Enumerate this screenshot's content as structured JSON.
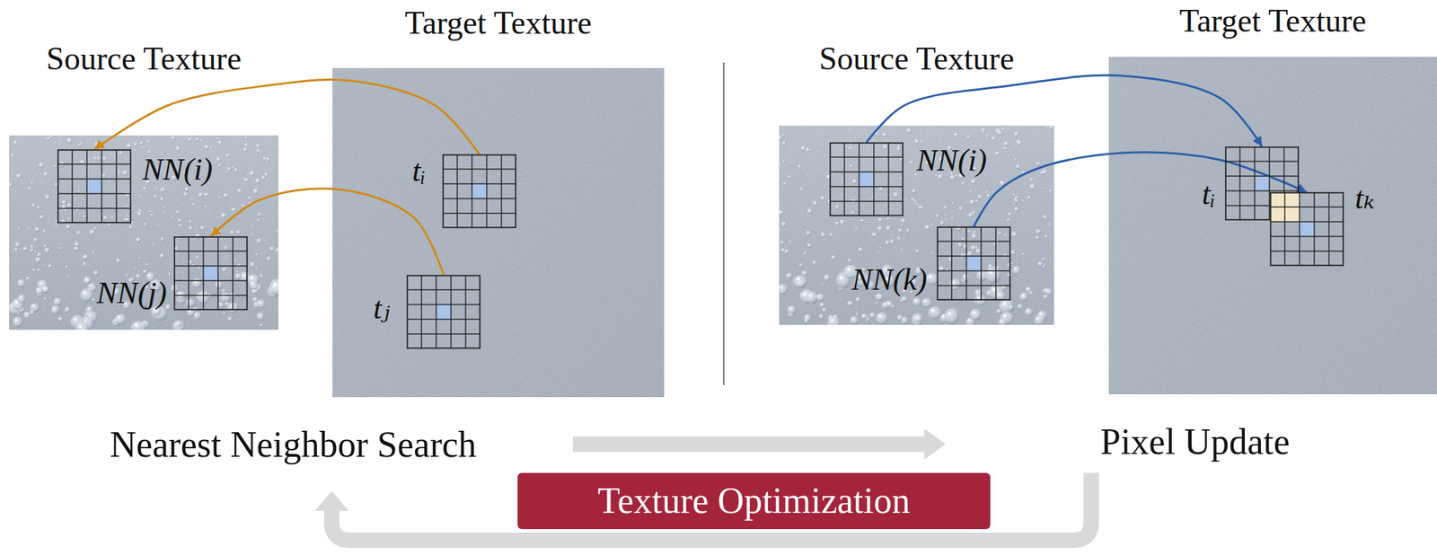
{
  "diagram": {
    "nodes": [
      {
        "text": [
          "Source Texture"
        ]
      },
      {
        "text": [
          "NN(i)"
        ],
        "in": 0
      },
      {
        "text": [
          "NN(j)"
        ],
        "in": 0
      },
      {
        "text": [
          "Target Texture"
        ]
      },
      {
        "text": [
          "tᵢ"
        ],
        "in": 3
      },
      {
        "text": [
          "tⱼ"
        ],
        "in": 3
      },
      {
        "text": [
          "Source Texture"
        ]
      },
      {
        "text": [
          "NN(i)"
        ],
        "in": 6
      },
      {
        "text": [
          "NN(k)"
        ],
        "in": 6
      },
      {
        "text": [
          "Target Texture"
        ]
      },
      {
        "text": [
          "tᵢ"
        ],
        "in": 9
      },
      {
        "text": [
          "tₖ"
        ],
        "in": 9
      },
      {
        "text": [
          "Texture Optimization"
        ]
      }
    ],
    "edges": [
      {
        "from": 4,
        "to": 1,
        "arrow": "to"
      },
      {
        "from": 5,
        "to": 2,
        "arrow": "to"
      },
      {
        "from": 7,
        "to": 10,
        "arrow": "to"
      },
      {
        "from": 8,
        "to": 11,
        "arrow": "to"
      }
    ],
    "labels": [
      "Nearest Neighbor Search",
      "Pixel Update"
    ]
  }
}
